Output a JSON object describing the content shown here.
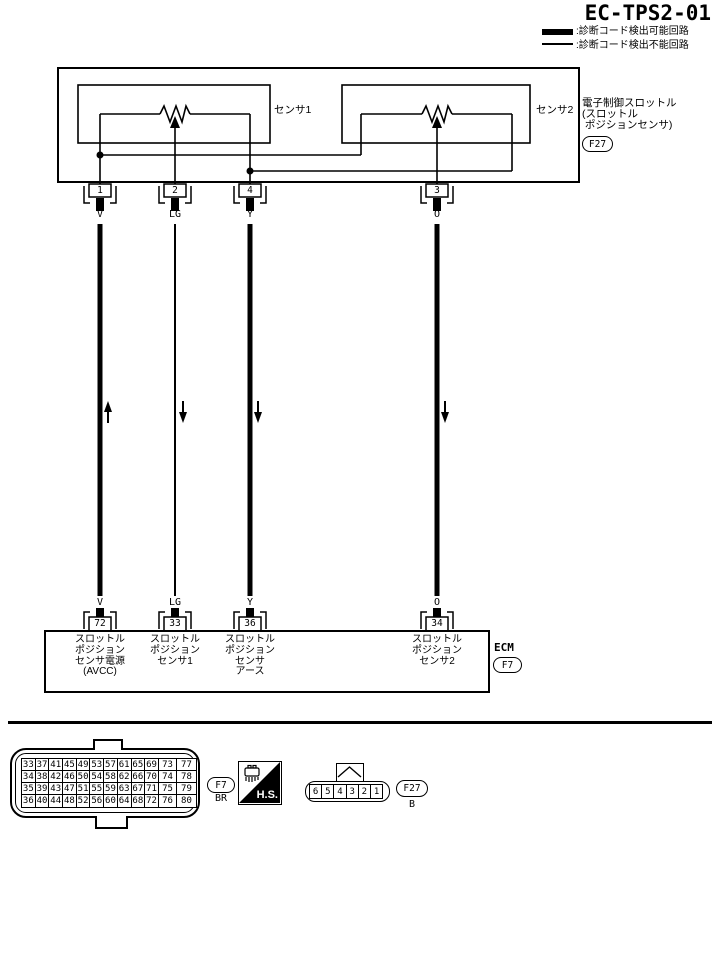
{
  "title": "EC-TPS2-01",
  "legend": {
    "thick_label": ":診断コード検出可能回路",
    "thin_label": ":診断コード検出不能回路"
  },
  "colors": {
    "line": "#000000",
    "background": "#ffffff"
  },
  "sensor_unit": {
    "name": "電子制御スロットル\n(スロットル\n ポジションセンサ)",
    "connector_id": "F27",
    "sensor1_label": "センサ1",
    "sensor2_label": "センサ2",
    "pins": [
      {
        "number": "1",
        "wire_color": "V"
      },
      {
        "number": "2",
        "wire_color": "LG"
      },
      {
        "number": "4",
        "wire_color": "Y"
      },
      {
        "number": "3",
        "wire_color": "O"
      }
    ]
  },
  "ecm": {
    "name": "ECM",
    "connector_id": "F7",
    "pins": [
      {
        "number": "72",
        "wire_color": "V",
        "label": "スロットル\nポジション\nセンサ電源\n(AVCC)"
      },
      {
        "number": "33",
        "wire_color": "LG",
        "label": "スロットル\nポジション\nセンサ1"
      },
      {
        "number": "36",
        "wire_color": "Y",
        "label": "スロットル\nポジション\nセンサ\nアース"
      },
      {
        "number": "34",
        "wire_color": "O",
        "label": "スロットル\nポジション\nセンサ2"
      }
    ]
  },
  "footer": {
    "ecm_connector": {
      "id": "F7",
      "color_code": "BR",
      "grid": [
        [
          "33",
          "37",
          "41",
          "45",
          "49",
          "53",
          "57",
          "61",
          "65",
          "69",
          "73",
          "77"
        ],
        [
          "34",
          "38",
          "42",
          "46",
          "50",
          "54",
          "58",
          "62",
          "66",
          "70",
          "74",
          "78"
        ],
        [
          "35",
          "39",
          "43",
          "47",
          "51",
          "55",
          "59",
          "63",
          "67",
          "71",
          "75",
          "79"
        ],
        [
          "36",
          "40",
          "44",
          "48",
          "52",
          "56",
          "60",
          "64",
          "68",
          "72",
          "76",
          "80"
        ]
      ]
    },
    "hs_label": "H.S.",
    "throttle_connector": {
      "id": "F27",
      "color_code": "B",
      "pins": [
        "6",
        "5",
        "4",
        "3",
        "2",
        "1"
      ]
    }
  }
}
